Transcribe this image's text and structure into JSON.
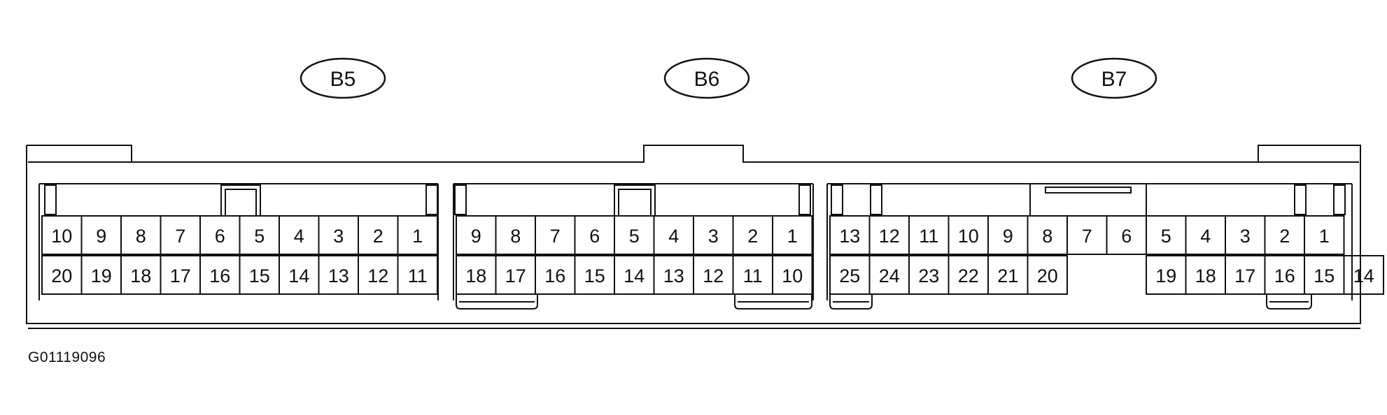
{
  "figure_id": "G01119096",
  "colors": {
    "line": "#111111",
    "background": "#ffffff"
  },
  "connectors": [
    {
      "label": "B5",
      "top_row": [
        "10",
        "9",
        "8",
        "7",
        "6",
        "5",
        "4",
        "3",
        "2",
        "1"
      ],
      "bottom_row": [
        "20",
        "19",
        "18",
        "17",
        "16",
        "15",
        "14",
        "13",
        "12",
        "11"
      ]
    },
    {
      "label": "B6",
      "top_row": [
        "9",
        "8",
        "7",
        "6",
        "5",
        "4",
        "3",
        "2",
        "1"
      ],
      "bottom_row": [
        "18",
        "17",
        "16",
        "15",
        "14",
        "13",
        "12",
        "11",
        "10"
      ]
    },
    {
      "label": "B7",
      "top_row": [
        "13",
        "12",
        "11",
        "10",
        "9",
        "8",
        "7",
        "6",
        "5",
        "4",
        "3",
        "2",
        "1"
      ],
      "bottom_row": [
        "25",
        "24",
        "23",
        "22",
        "21",
        "20",
        "",
        "",
        "19",
        "18",
        "17",
        "16",
        "15",
        "14"
      ]
    }
  ]
}
